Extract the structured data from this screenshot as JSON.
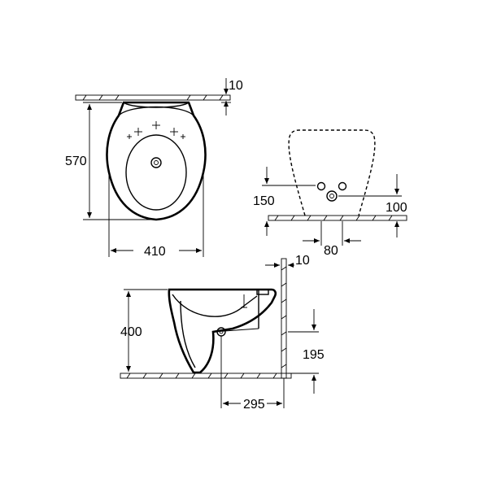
{
  "drawing": {
    "top_view": {
      "dim_wall_gap": "10",
      "dim_depth": "570",
      "dim_width": "410"
    },
    "rear_view": {
      "dim_inlet_height": "150",
      "dim_outlet_height": "100",
      "dim_fixing_spacing": "80"
    },
    "side_view": {
      "dim_wall_gap": "10",
      "dim_rim_height": "400",
      "dim_waste_height": "195",
      "dim_projection": "295"
    }
  }
}
